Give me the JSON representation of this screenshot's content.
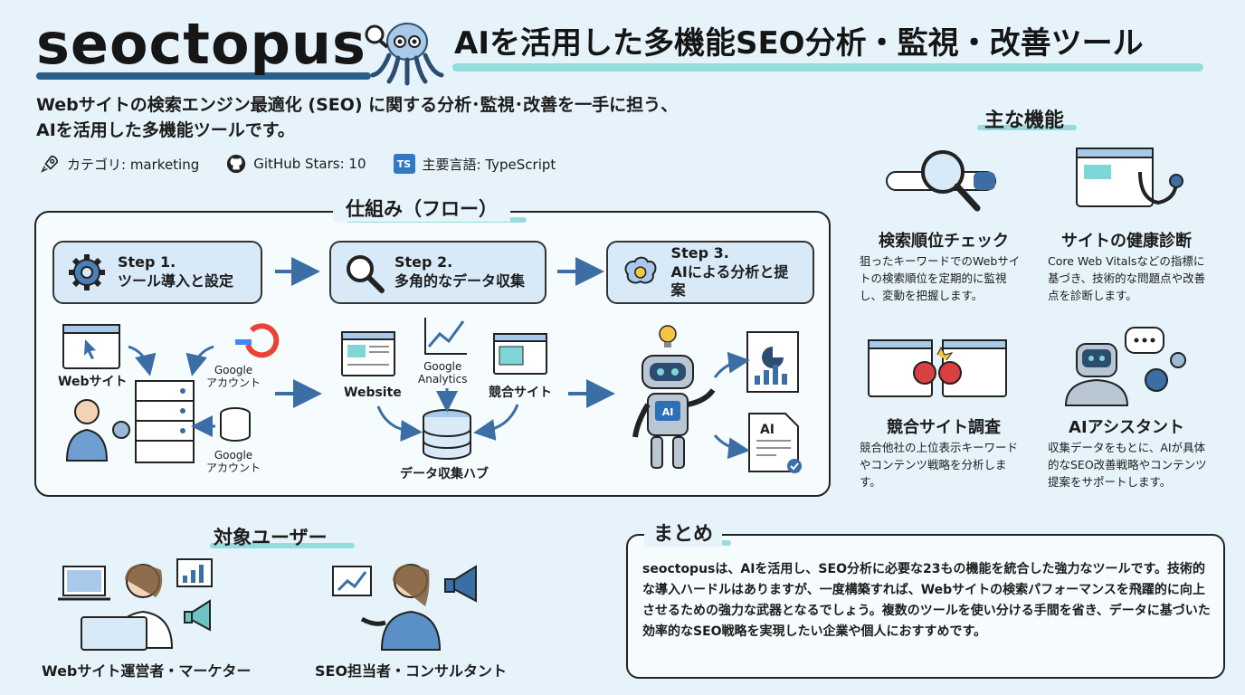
{
  "header": {
    "logo": "seoctopus",
    "headline": "AIを活用した多機能SEO分析・監視・改善ツール"
  },
  "intro": {
    "line1": "Webサイトの検索エンジン最適化 (SEO) に関する分析･監視･改善を一手に担う、",
    "line2": "AIを活用した多機能ツールです。"
  },
  "meta": {
    "category": "カテゴリ: marketing",
    "stars": "GitHub Stars: 10",
    "ts_badge": "TS",
    "language": "主要言語: TypeScript"
  },
  "flow": {
    "title": "仕組み（フロー）",
    "steps": [
      {
        "num": "Step 1.",
        "label": "ツール導入と設定"
      },
      {
        "num": "Step 2.",
        "label": "多角的なデータ収集"
      },
      {
        "num": "Step 3.",
        "label": "AIによる分析と提案"
      }
    ],
    "labels": {
      "website_jp": "Webサイト",
      "google_account_1a": "Google",
      "google_account_1b": "アカウント",
      "google_account_2a": "Google",
      "google_account_2b": "アカウント",
      "website_en": "Website",
      "ga_a": "Google",
      "ga_b": "Analytics",
      "competitor": "競合サイト",
      "hub": "データ収集ハブ",
      "robot_chest": "AI",
      "doc_ai": "AI"
    }
  },
  "features": {
    "title": "主な機能",
    "items": [
      {
        "name": "検索順位チェック",
        "desc": "狙ったキーワードでのWebサイトの検索順位を定期的に監視し、変動を把握します。"
      },
      {
        "name": "サイトの健康診断",
        "desc": "Core Web Vitalsなどの指標に基づき、技術的な問題点や改善点を診断します。"
      },
      {
        "name": "競合サイト調査",
        "desc": "競合他社の上位表示キーワードやコンテンツ戦略を分析します。"
      },
      {
        "name": "AIアシスタント",
        "desc": "収集データをもとに、AIが具体的なSEO改善戦略やコンテンツ提案をサポートします。"
      }
    ]
  },
  "users": {
    "title": "対象ユーザー",
    "items": [
      {
        "label": "Webサイト運営者・マーケター"
      },
      {
        "label": "SEO担当者・コンサルタント"
      }
    ]
  },
  "summary": {
    "title": "まとめ",
    "text": "seoctopusは、AIを活用し、SEO分析に必要な23もの機能を統合した強力なツールです。技術的な導入ハードルはありますが、一度構築すれば、Webサイトの検索パフォーマンスを飛躍的に向上させるための強力な武器となるでしょう。複数のツールを使い分ける手間を省き、データに基づいた効率的なSEO戦略を実現したい企業や個人におすすめです。"
  },
  "colors": {
    "background": "#e6f3fa",
    "accent_teal": "#7fd6d6",
    "step_fill": "#d8eaf7",
    "icon_blue": "#4a7fb8"
  }
}
